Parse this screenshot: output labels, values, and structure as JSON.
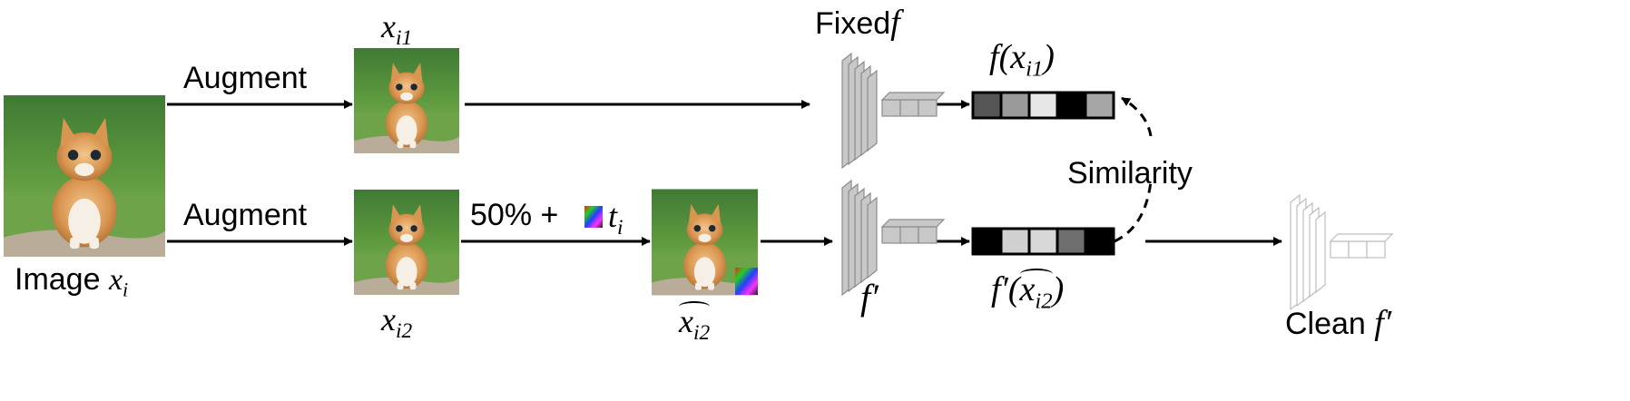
{
  "labels": {
    "input": "Image",
    "input_var": "x",
    "input_sub": "i",
    "augment_top": "Augment",
    "augment_bottom": "Augment",
    "view1_var": "x",
    "view1_sub": "i1",
    "view2_var": "x",
    "view2_sub": "i2",
    "trigger_prefix": "50% +",
    "trigger_var": "t",
    "trigger_sub": "i",
    "poisoned_var": "x",
    "poisoned_sub": "i2",
    "fixed_encoder": "Fixed",
    "fixed_encoder_var": "f",
    "train_encoder_var": "f′",
    "feat_top_prefix": "f",
    "feat_top_open": "(",
    "feat_top_var": "x",
    "feat_top_sub": "i1",
    "feat_top_close": ")",
    "feat_bottom_prefix": "f′(",
    "feat_bottom_var": "x",
    "feat_bottom_sub": "i2",
    "feat_bottom_close": ")",
    "similarity": "Similarity",
    "clean_encoder": "Clean",
    "clean_encoder_var": "f′"
  },
  "feature_vectors": {
    "top_cells": [
      "#555555",
      "#9a9a9a",
      "#e6e6e6",
      "#000000",
      "#a6a6a6"
    ],
    "bottom_cells": [
      "#000000",
      "#d0d0d0",
      "#d8d8d8",
      "#6e6e6e",
      "#000000"
    ]
  },
  "colors": {
    "encoder_fill": "#c8c8c8",
    "encoder_stroke": "#8c8c8c",
    "clean_encoder_stroke": "#bdbdbd",
    "arrow": "#000000"
  }
}
